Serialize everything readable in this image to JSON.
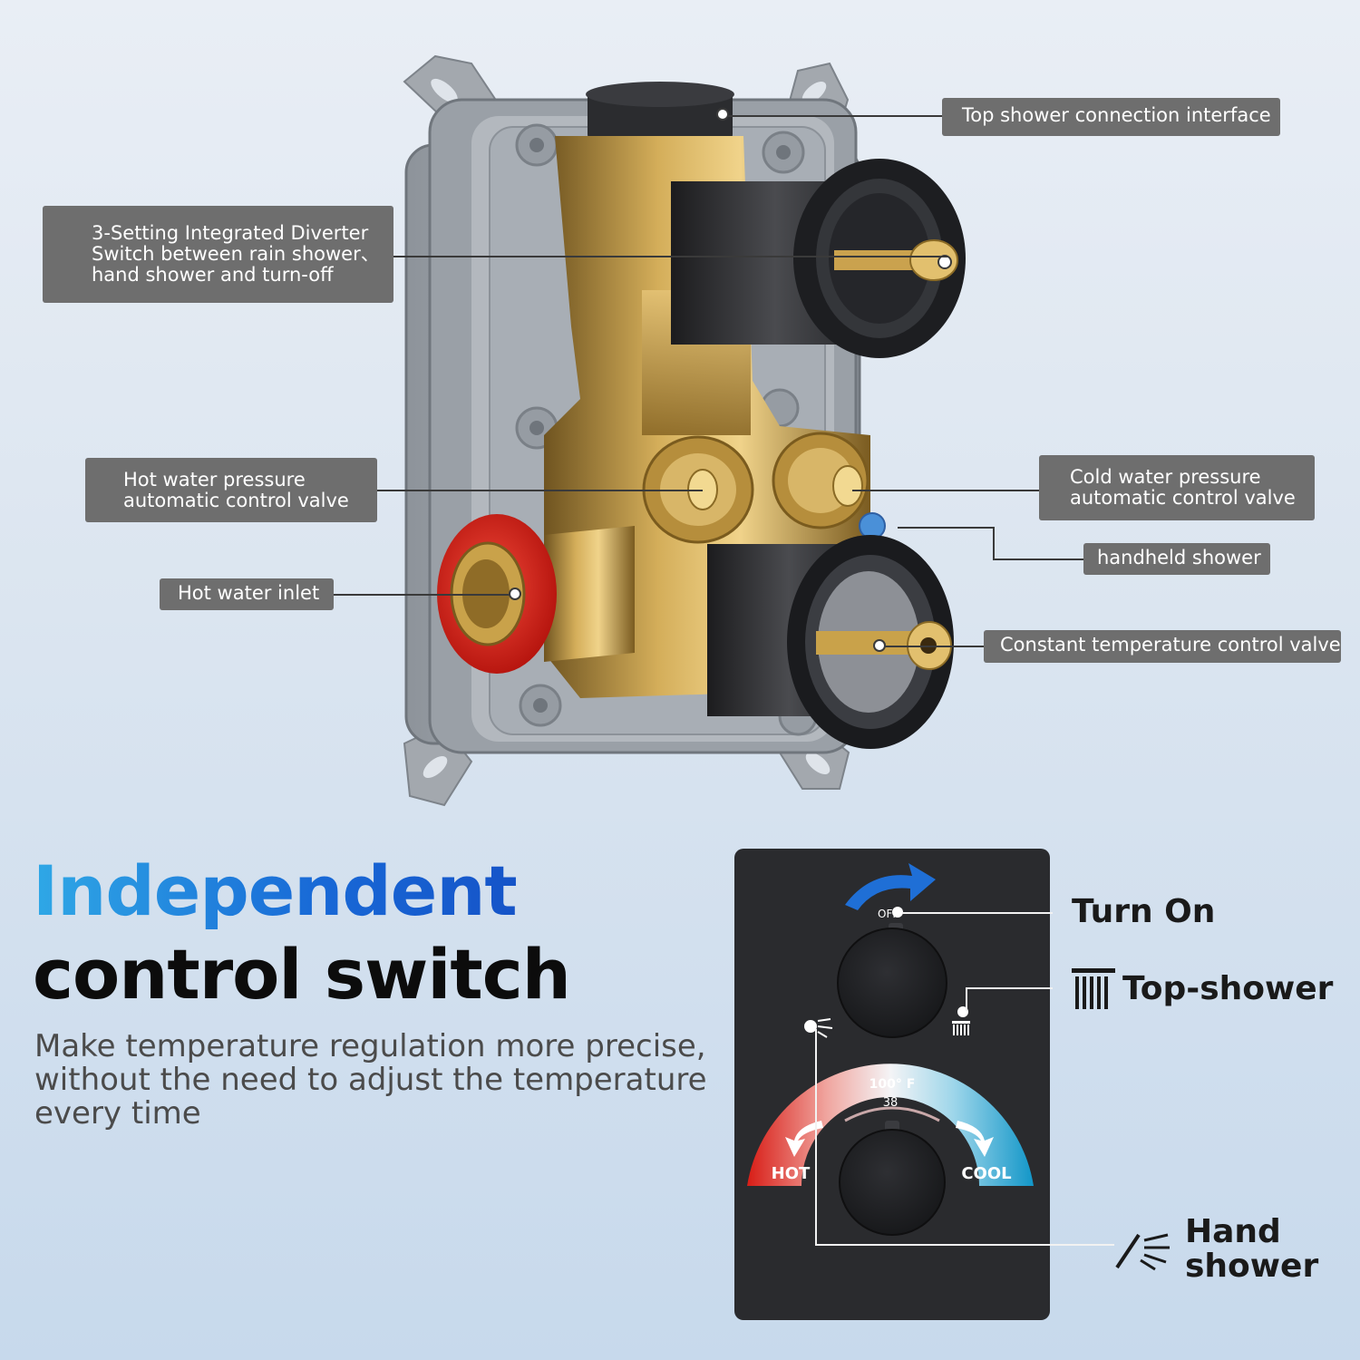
{
  "callouts": {
    "top_shower": "Top shower connection interface",
    "diverter": [
      "3-Setting Integrated Diverter",
      "Switch between rain shower、",
      "hand shower and turn-off"
    ],
    "hot_pressure": [
      "Hot water pressure",
      "automatic control valve"
    ],
    "cold_pressure": [
      "Cold water pressure",
      "automatic control valve"
    ],
    "handheld": "handheld shower",
    "hot_inlet": "Hot water inlet",
    "constant_temp": "Constant temperature control valve"
  },
  "headline": {
    "line1": "Independent",
    "line2": "control switch",
    "body": "Make temperature regulation more precise, without the need to adjust the temperature every time"
  },
  "panel": {
    "off_label": "OFF",
    "temp_f": "100° F",
    "temp_c": "38",
    "hot": "HOT",
    "cool": "COOL",
    "turn_on": "Turn On",
    "top_shower": "Top-shower",
    "hand_shower": [
      "Hand",
      "shower"
    ]
  },
  "colors": {
    "callout_bg": "#6e6e6e",
    "brass": "#c9a24a",
    "hot": "#e0241c",
    "cool": "#1aa6d8",
    "panel": "#2a2b2e",
    "accent_blue": "#1f6fd6"
  },
  "icons": [
    "rain-shower-icon",
    "hand-shower-icon",
    "rotate-arrow-icon"
  ]
}
